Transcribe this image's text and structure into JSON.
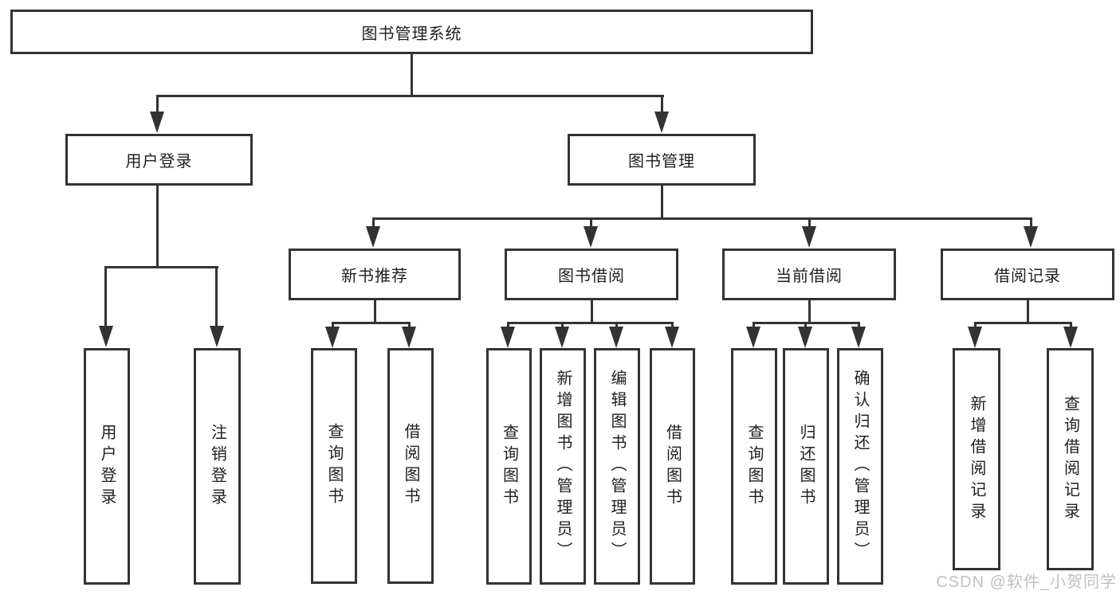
{
  "diagram": {
    "type": "tree",
    "title": "图书管理系统",
    "branches": [
      {
        "label": "用户登录",
        "children": [
          {
            "label": "用户登录"
          },
          {
            "label": "注销登录"
          }
        ]
      },
      {
        "label": "图书管理",
        "children": [
          {
            "label": "新书推荐",
            "children": [
              {
                "label": "查询图书"
              },
              {
                "label": "借阅图书"
              }
            ]
          },
          {
            "label": "图书借阅",
            "children": [
              {
                "label": "查询图书"
              },
              {
                "label": "新增图书（管理员）"
              },
              {
                "label": "编辑图书（管理员）"
              },
              {
                "label": "借阅图书"
              }
            ]
          },
          {
            "label": "当前借阅",
            "children": [
              {
                "label": "查询图书"
              },
              {
                "label": "归还图书"
              },
              {
                "label": "确认归还（管理员）"
              }
            ]
          },
          {
            "label": "借阅记录",
            "children": [
              {
                "label": "新增借阅记录"
              },
              {
                "label": "查询借阅记录"
              }
            ]
          }
        ]
      }
    ]
  },
  "colors": {
    "line": "#333333",
    "text": "#1f1f1f",
    "watermark": "#c0c0c0",
    "background": "#ffffff"
  },
  "watermark": {
    "text": "CSDN @软件_小贺同学"
  }
}
